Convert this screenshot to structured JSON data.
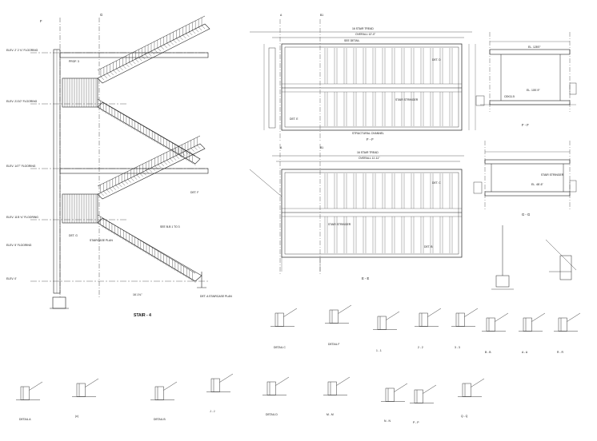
{
  "main_title": "STAIR - 4",
  "elevation": {
    "grid_top": [
      "F",
      "G"
    ],
    "levels": [
      {
        "label": "ELEV. 2' 2 ¾\" FLOORING"
      },
      {
        "label": "ELEV. 21'10\" FLOORING"
      },
      {
        "label": "ELEV. 14'7\" FLOORING"
      },
      {
        "label": "ELEV. 11'8 ¾\" FLOORING"
      },
      {
        "label": "ELEV. 5' FLOORING"
      },
      {
        "label": "ELEV. 0'"
      }
    ],
    "labels": [
      "PROF. 3",
      "DET. F",
      "DET. G",
      "STAIRCASE PLAN",
      "SEE B-B 1 TO 3"
    ],
    "bottom_label": "DET. A STAIRCASE PLAN",
    "dim": "16'-1¾\""
  },
  "plan_top": {
    "grid": [
      "A",
      "B1"
    ],
    "notes": [
      "16 STAIR TREAD",
      "OVERALL 12'-0\"",
      "SEE DETAIL",
      "DET. D",
      "DET. E",
      "STRUCTURAL CHANNEL",
      "STAIR STRINGER"
    ],
    "section": "F - F"
  },
  "plan_bottom": {
    "grid": [
      "A",
      "B1"
    ],
    "notes": [
      "16 STAIR TREAD",
      "OVERALL 11'-11\"",
      "DET. C",
      "DET. B",
      "STAIR STRINGER"
    ],
    "section": "E - E"
  },
  "sections_right": [
    {
      "label": "F - F",
      "notes": [
        "EL. 128'0\"",
        "EL. 105'-9\"",
        "C8X11.5"
      ]
    },
    {
      "label": "G - G",
      "notes": [
        "EL. 48'-6\"",
        "STAIR STRINGER"
      ]
    }
  ],
  "details_mid": [
    {
      "label": "DETAIL C"
    },
    {
      "label": "DETAIL F"
    },
    {
      "label": "1 - 1"
    },
    {
      "label": "2 - 2"
    },
    {
      "label": "3 - 3"
    },
    {
      "label": "B - B"
    },
    {
      "label": "A - A"
    },
    {
      "label": "R - R"
    }
  ],
  "details_bottom": [
    {
      "label": "DETAIL A"
    },
    {
      "label": "(c)"
    },
    {
      "label": "DETAIL B"
    },
    {
      "label": "J - J"
    },
    {
      "label": "DETAIL D"
    },
    {
      "label": "M - M"
    },
    {
      "label": "N - N"
    },
    {
      "label": "P - P"
    },
    {
      "label": "Q - Q"
    }
  ]
}
